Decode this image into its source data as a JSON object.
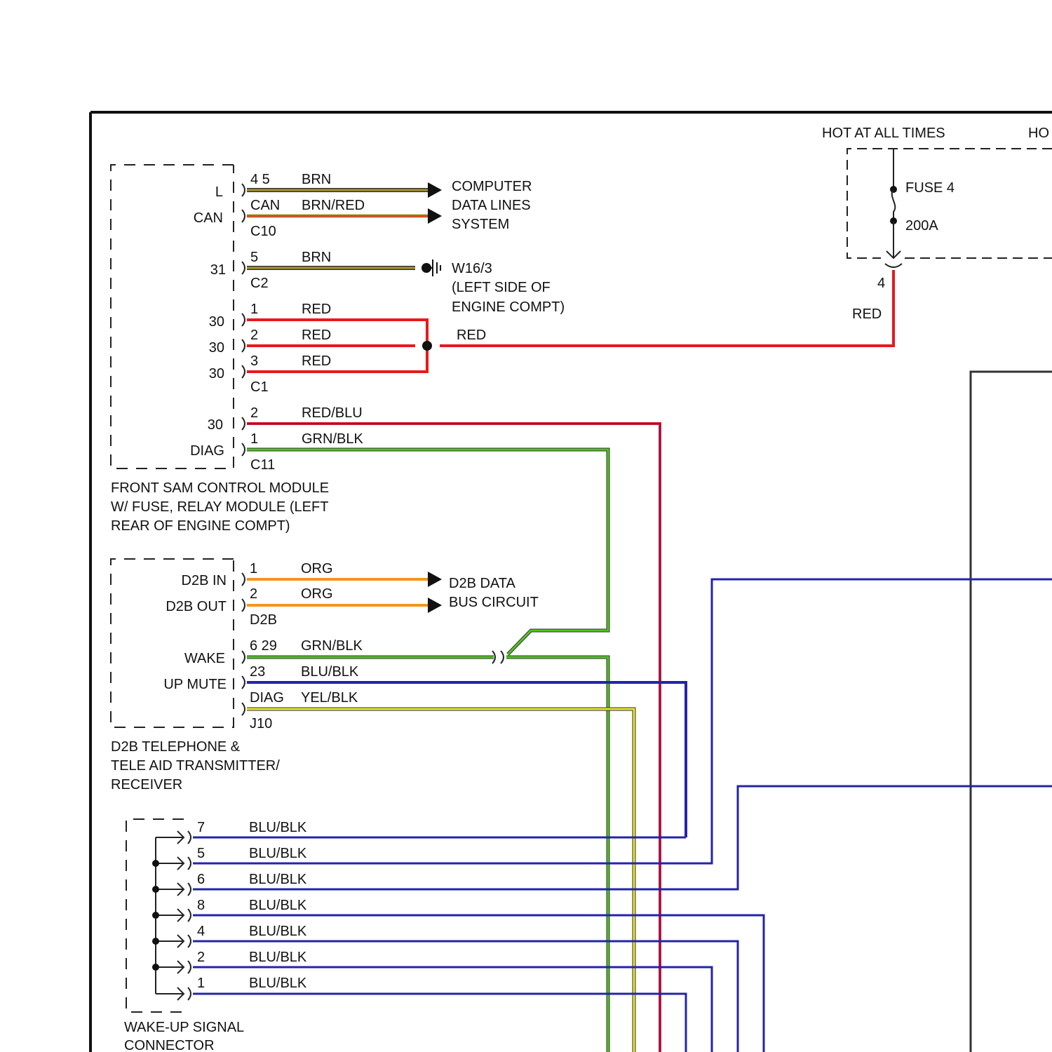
{
  "colors": {
    "brn": "#a89430",
    "red": "#e8191c",
    "red_blu": "#c9245c",
    "grn_blk": "#4fc51e",
    "org": "#f5941e",
    "blu_blk": "#2424a8",
    "yel_blk": "#e6e62a",
    "frame": "#111111",
    "dash": "#222222"
  },
  "header": {
    "hot1": "HOT AT ALL TIMES",
    "hot2": "HO"
  },
  "fuse": {
    "name": "FUSE 4",
    "rating": "200A",
    "pin": "4",
    "wire": "RED"
  },
  "sam": {
    "pins": [
      {
        "cav": "L",
        "pin": "4 5",
        "wire": "BRN"
      },
      {
        "cav": "CAN",
        "pin": "CAN",
        "wire": "BRN/RED"
      },
      {
        "cav": "31",
        "pin": "5",
        "wire": "BRN"
      },
      {
        "cav": "30",
        "pin": "1",
        "wire": "RED"
      },
      {
        "cav": "30",
        "pin": "2",
        "wire": "RED"
      },
      {
        "cav": "30",
        "pin": "3",
        "wire": "RED"
      },
      {
        "cav": "30",
        "pin": "2",
        "wire": "RED/BLU"
      },
      {
        "cav": "DIAG",
        "pin": "1",
        "wire": "GRN/BLK"
      }
    ],
    "connectors": [
      "C10",
      "C2",
      "C1",
      "C11"
    ],
    "label": [
      "FRONT SAM CONTROL MODULE",
      "W/ FUSE, RELAY MODULE (LEFT",
      "REAR OF ENGINE COMPT)"
    ]
  },
  "cdl": [
    "COMPUTER",
    "DATA LINES",
    "SYSTEM"
  ],
  "ground": {
    "id": "W16/3",
    "loc1": "(LEFT SIDE OF",
    "loc2": "ENGINE COMPT)"
  },
  "splice_wire": "RED",
  "tele": {
    "pins": [
      {
        "cav": "D2B IN",
        "pin": "1",
        "wire": "ORG"
      },
      {
        "cav": "D2B OUT",
        "pin": "2",
        "wire": "ORG"
      },
      {
        "cav": "WAKE",
        "pin": "6 29",
        "wire": "GRN/BLK"
      },
      {
        "cav": "UP MUTE",
        "pin": "23",
        "wire": "BLU/BLK"
      },
      {
        "cav": "",
        "pin": "DIAG",
        "wire": "YEL/BLK"
      }
    ],
    "connectors": [
      "D2B",
      "J10"
    ],
    "label": [
      "D2B TELEPHONE &",
      "TELE AID TRANSMITTER/",
      "RECEIVER"
    ]
  },
  "d2b_bus": [
    "D2B DATA",
    "BUS CIRCUIT"
  ],
  "wake": {
    "pins": [
      {
        "pin": "7",
        "wire": "BLU/BLK"
      },
      {
        "pin": "5",
        "wire": "BLU/BLK"
      },
      {
        "pin": "6",
        "wire": "BLU/BLK"
      },
      {
        "pin": "8",
        "wire": "BLU/BLK"
      },
      {
        "pin": "4",
        "wire": "BLU/BLK"
      },
      {
        "pin": "2",
        "wire": "BLU/BLK"
      },
      {
        "pin": "1",
        "wire": "BLU/BLK"
      }
    ],
    "label": [
      "WAKE-UP SIGNAL",
      "CONNECTOR"
    ]
  }
}
